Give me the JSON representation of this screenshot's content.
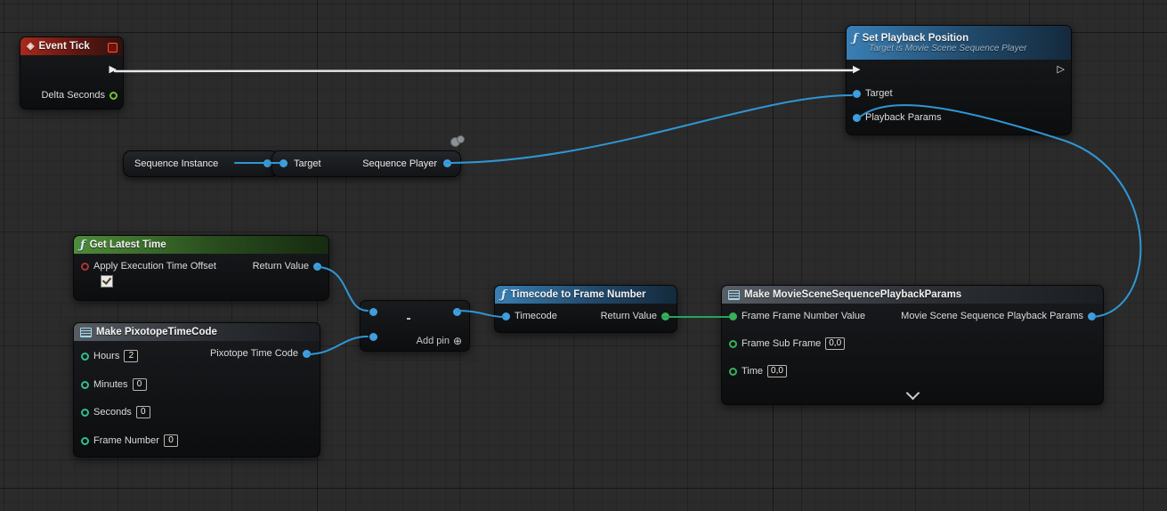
{
  "app": "Unreal Engine Blueprint Graph",
  "icons": {
    "event_icon": "◈",
    "function_icon": "ƒ",
    "make_struct_icon": "css-bars",
    "exec_pin_filled": "▶",
    "exec_pin_hollow": "▷",
    "add_pin_icon": "⊕",
    "chevron_down_icon": "css-chevron",
    "cloud_icon": "css-blob",
    "checkbox_check_icon": "css-check"
  },
  "colors": {
    "canvas_bg": "#2b2b2b",
    "exec_wire": "#e8e8e8",
    "object_wire": "#2f97d4",
    "frame_wire": "#27a35c",
    "object_pin": "#3f9fdd",
    "float_pin": "#74c12e",
    "int_pin": "#2fbf8f",
    "bool_pin": "#a93636",
    "frame_pin": "#38b158",
    "header_event": "#a8281c",
    "header_function": "#3a7fb5",
    "header_pure": "#4e8c3a",
    "header_struct": "#585d65"
  },
  "nodes": {
    "event_tick": {
      "title": "Event Tick",
      "pins": {
        "delta_seconds": "Delta Seconds"
      }
    },
    "set_playback_position": {
      "title": "Set Playback Position",
      "subtitle": "Target is Movie Scene Sequence Player",
      "pins": {
        "target": "Target",
        "playback_params": "Playback Params"
      }
    },
    "sequence_instance": {
      "label": "Sequence Instance"
    },
    "get_sequence_player": {
      "pins": {
        "target": "Target",
        "sequence_player": "Sequence Player"
      }
    },
    "get_latest_time": {
      "title": "Get Latest Time",
      "pins": {
        "apply_execution_time_offset": "Apply Execution Time Offset",
        "return_value": "Return Value"
      },
      "apply_execution_time_offset_checked": true
    },
    "make_pixotope_timecode": {
      "title": "Make PixotopeTimeCode",
      "pins": {
        "hours": "Hours",
        "minutes": "Minutes",
        "seconds": "Seconds",
        "frame_number": "Frame Number",
        "output": "Pixotope Time Code"
      },
      "values": {
        "hours": "2",
        "minutes": "0",
        "seconds": "0",
        "frame_number": "0"
      }
    },
    "subtract": {
      "operator": "-",
      "add_pin_label": "Add pin"
    },
    "timecode_to_frame_number": {
      "title": "Timecode to Frame Number",
      "pins": {
        "timecode": "Timecode",
        "return_value": "Return Value"
      }
    },
    "make_movie_scene_sequence_playback_params": {
      "title": "Make MovieSceneSequencePlaybackParams",
      "pins": {
        "frame_frame_number_value": "Frame Frame Number Value",
        "output": "Movie Scene Sequence Playback Params",
        "frame_sub_frame": "Frame Sub Frame",
        "time": "Time"
      },
      "values": {
        "frame_sub_frame": "0,0",
        "time": "0,0"
      }
    }
  }
}
